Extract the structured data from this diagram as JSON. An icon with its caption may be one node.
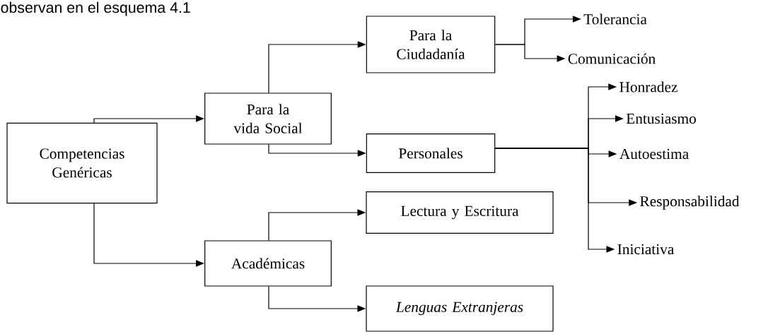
{
  "diagram": {
    "nodes": [
      {
        "text": [
          "Competencias Genéricas"
        ]
      },
      {
        "text": [
          "Para la vida Social"
        ]
      },
      {
        "text": [
          "Para la Ciudadanía"
        ]
      },
      {
        "text": [
          "Tolerancia"
        ]
      },
      {
        "text": [
          "Comunicación"
        ]
      },
      {
        "text": [
          "Personales"
        ]
      },
      {
        "text": [
          "Honradez"
        ]
      },
      {
        "text": [
          "Entusiasmo"
        ]
      },
      {
        "text": [
          "Autoestima"
        ]
      },
      {
        "text": [
          "Responsabilidad"
        ]
      },
      {
        "text": [
          "Iniciativa"
        ]
      },
      {
        "text": [
          "Académicas"
        ]
      },
      {
        "text": [
          "Lectura y Escritura"
        ]
      },
      {
        "text": [
          "Lenguas Extranjeras"
        ]
      }
    ],
    "edges": [
      {
        "from": 0,
        "to": 1,
        "arrow": "to"
      },
      {
        "from": 0,
        "to": 11,
        "arrow": "to"
      },
      {
        "from": 1,
        "to": 2,
        "arrow": "to"
      },
      {
        "from": 1,
        "to": 5,
        "arrow": "to"
      },
      {
        "from": 2,
        "to": 3,
        "arrow": "to"
      },
      {
        "from": 2,
        "to": 4,
        "arrow": "to"
      },
      {
        "from": 5,
        "to": 6,
        "arrow": "to"
      },
      {
        "from": 5,
        "to": 7,
        "arrow": "to"
      },
      {
        "from": 5,
        "to": 8,
        "arrow": "to"
      },
      {
        "from": 5,
        "to": 9,
        "arrow": "to"
      },
      {
        "from": 5,
        "to": 10,
        "arrow": "to"
      },
      {
        "from": 11,
        "to": 12,
        "arrow": "to"
      },
      {
        "from": 11,
        "to": 13,
        "arrow": "to"
      }
    ],
    "labels": [
      "observan en el esquema 4.1"
    ]
  }
}
